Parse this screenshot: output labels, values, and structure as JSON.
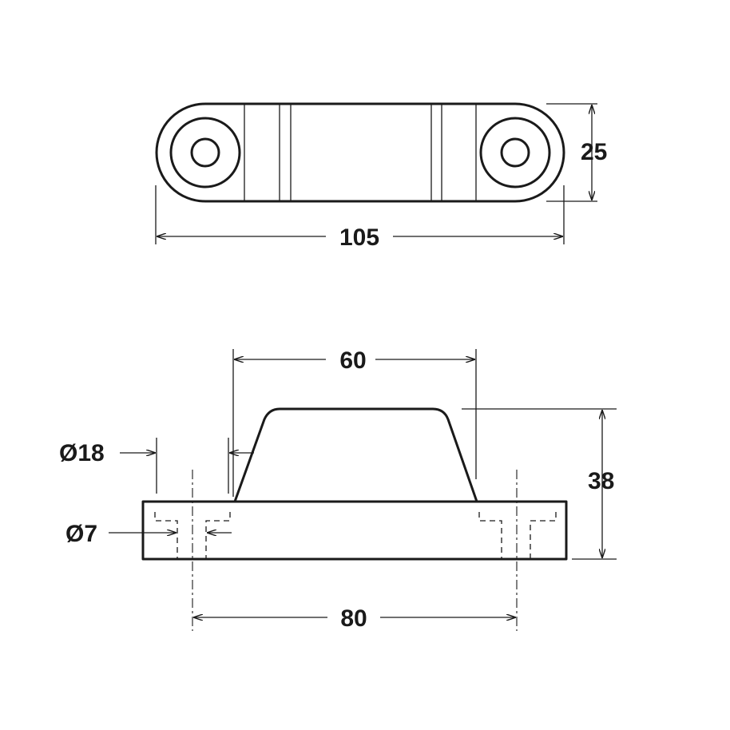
{
  "dimensions": {
    "overall_length": "105",
    "width": "25",
    "top_width": "60",
    "height": "38",
    "counterbore_diameter": "Ø18",
    "hole_diameter": "Ø7",
    "hole_spacing": "80"
  },
  "colors": {
    "line": "#1a1a1a",
    "background": "#ffffff"
  }
}
